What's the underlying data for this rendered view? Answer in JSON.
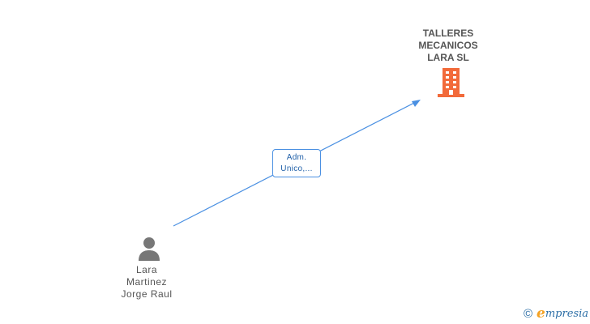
{
  "company": {
    "name_lines": [
      "TALLERES",
      "MECANICOS",
      "LARA SL"
    ],
    "icon": "building-icon",
    "color": "#f26a3a"
  },
  "person": {
    "name_lines": [
      "Lara",
      "Martinez",
      "Jorge Raul"
    ],
    "icon": "person-icon",
    "color": "#777777"
  },
  "relation": {
    "lines": [
      "Adm.",
      "Unico,..."
    ],
    "color": "#4a90e2"
  },
  "brand": {
    "copyright": "©",
    "initial": "e",
    "name": "mpresia"
  }
}
